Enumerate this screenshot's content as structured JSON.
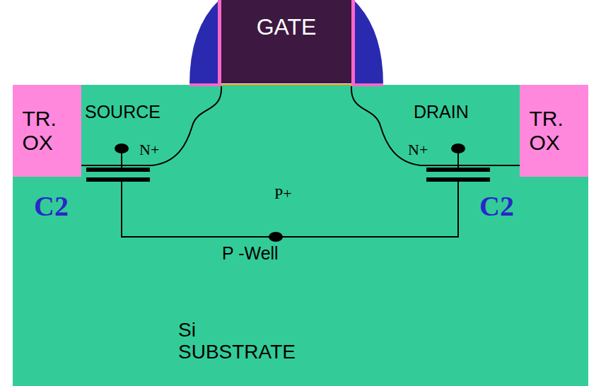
{
  "diagram": {
    "nodes": [
      {
        "text": [
          "GATE"
        ]
      },
      {
        "text": [
          "TR. OX"
        ]
      },
      {
        "text": [
          "TR. OX"
        ]
      }
    ],
    "labels": [
      "SOURCE",
      "N+",
      "DRAIN",
      "N+",
      "P+",
      "C2",
      "C2",
      "P -Well",
      "Si SUBSTRATE"
    ]
  }
}
